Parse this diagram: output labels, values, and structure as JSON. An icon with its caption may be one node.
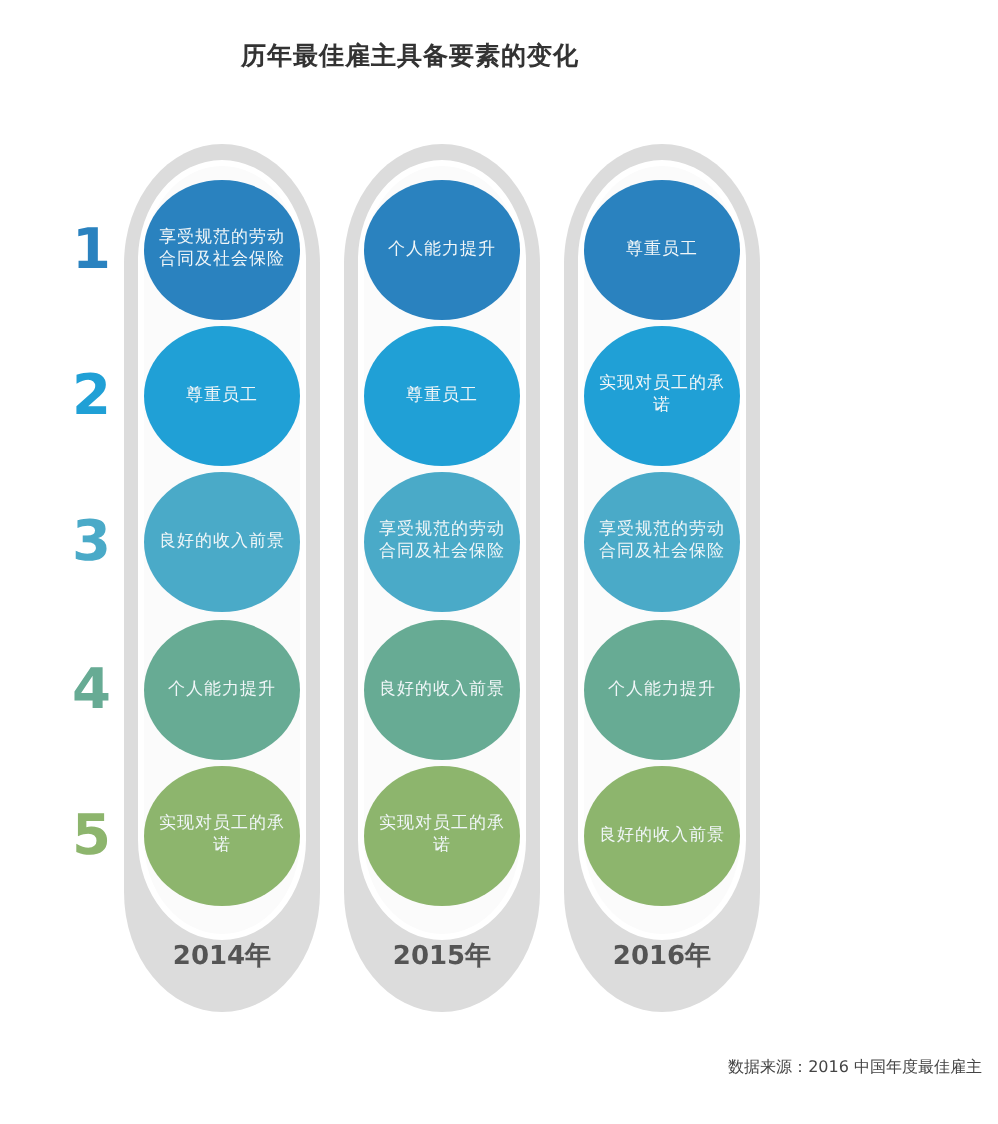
{
  "diagram": {
    "title": "历年最佳雇主具备要素的变化",
    "caption": "数据来源：2016 中国年度最佳雇主",
    "nodes": [
      {
        "text": [
          "2014年"
        ]
      },
      {
        "text": [
          "享受规范的劳动合同及社会保险"
        ],
        "in": 0
      },
      {
        "text": [
          "尊重员工"
        ],
        "in": 0
      },
      {
        "text": [
          "良好的收入前景"
        ],
        "in": 0
      },
      {
        "text": [
          "个人能力提升"
        ],
        "in": 0
      },
      {
        "text": [
          "实现对员工的承诺"
        ],
        "in": 0
      },
      {
        "text": [
          "2015年"
        ]
      },
      {
        "text": [
          "个人能力提升"
        ],
        "in": 6
      },
      {
        "text": [
          "尊重员工"
        ],
        "in": 6
      },
      {
        "text": [
          "享受规范的劳动合同及社会保险"
        ],
        "in": 6
      },
      {
        "text": [
          "良好的收入前景"
        ],
        "in": 6
      },
      {
        "text": [
          "实现对员工的承诺"
        ],
        "in": 6
      },
      {
        "text": [
          "2016年"
        ]
      },
      {
        "text": [
          "尊重员工"
        ],
        "in": 12
      },
      {
        "text": [
          "实现对员工的承诺"
        ],
        "in": 12
      },
      {
        "text": [
          "享受规范的劳动合同及社会保险"
        ],
        "in": 12
      },
      {
        "text": [
          "个人能力提升"
        ],
        "in": 12
      },
      {
        "text": [
          "良好的收入前景"
        ],
        "in": 12
      }
    ],
    "edges": [],
    "labels": [
      "1",
      "2",
      "3",
      "4",
      "5"
    ]
  }
}
